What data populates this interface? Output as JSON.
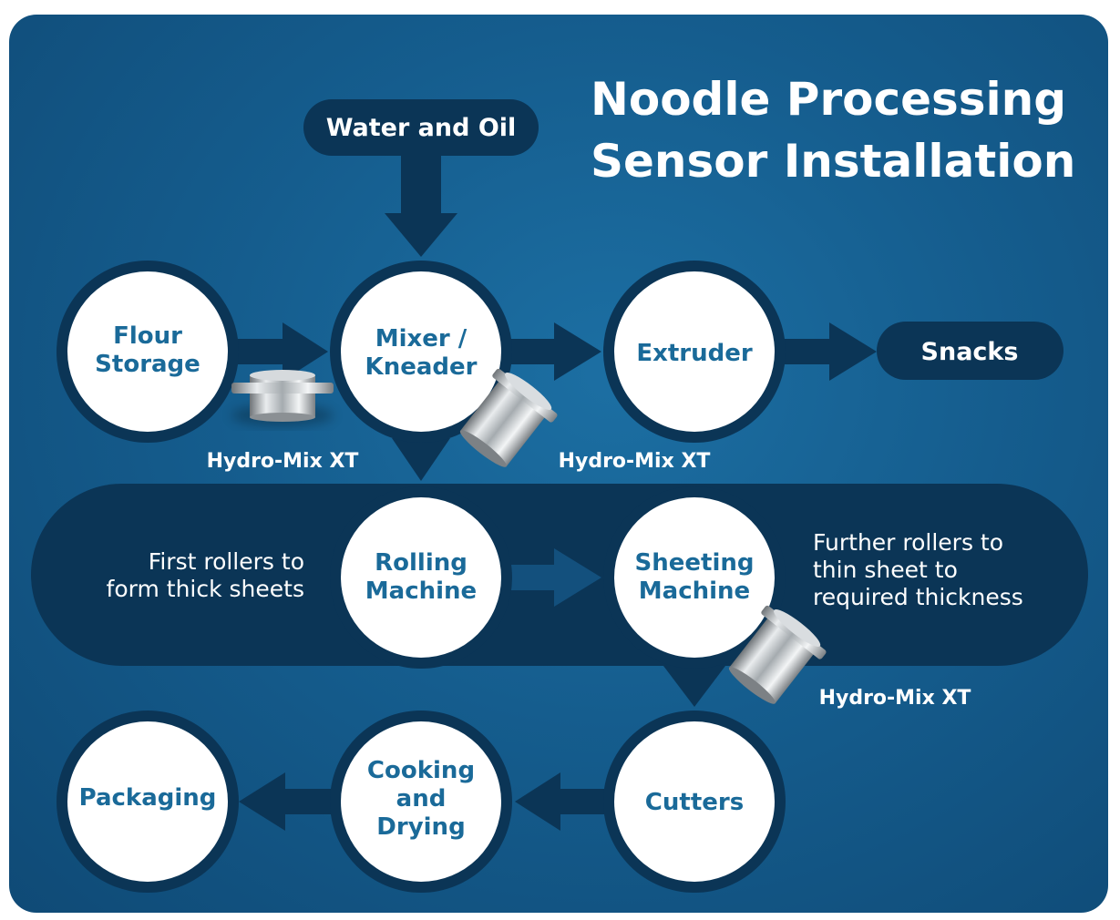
{
  "title": {
    "line1": "Noodle Processing",
    "line2": "Sensor Installation"
  },
  "inputs": {
    "water_oil": "Water and Oil"
  },
  "nodes": {
    "flour_storage": [
      "Flour",
      "Storage"
    ],
    "mixer_kneader": [
      "Mixer /",
      "Kneader"
    ],
    "extruder": [
      "Extruder"
    ],
    "rolling_machine": [
      "Rolling",
      "Machine"
    ],
    "sheeting_machine": [
      "Sheeting",
      "Machine"
    ],
    "cutters": [
      "Cutters"
    ],
    "cooking_drying": [
      "Cooking",
      "and",
      "Drying"
    ],
    "packaging": [
      "Packaging"
    ]
  },
  "outputs": {
    "snacks": "Snacks"
  },
  "notes": {
    "rolling": [
      "First rollers to",
      "form thick sheets"
    ],
    "sheeting": [
      "Further rollers to",
      "thin sheet to",
      "required thickness"
    ]
  },
  "sensors": {
    "flour": "Hydro-Mix XT",
    "mixer": "Hydro-Mix XT",
    "sheeting": "Hydro-Mix XT"
  },
  "colors": {
    "background": "#155d8e",
    "dark_navy": "#0b3556",
    "node_text": "#1a6a99",
    "node_fill": "#ffffff"
  }
}
